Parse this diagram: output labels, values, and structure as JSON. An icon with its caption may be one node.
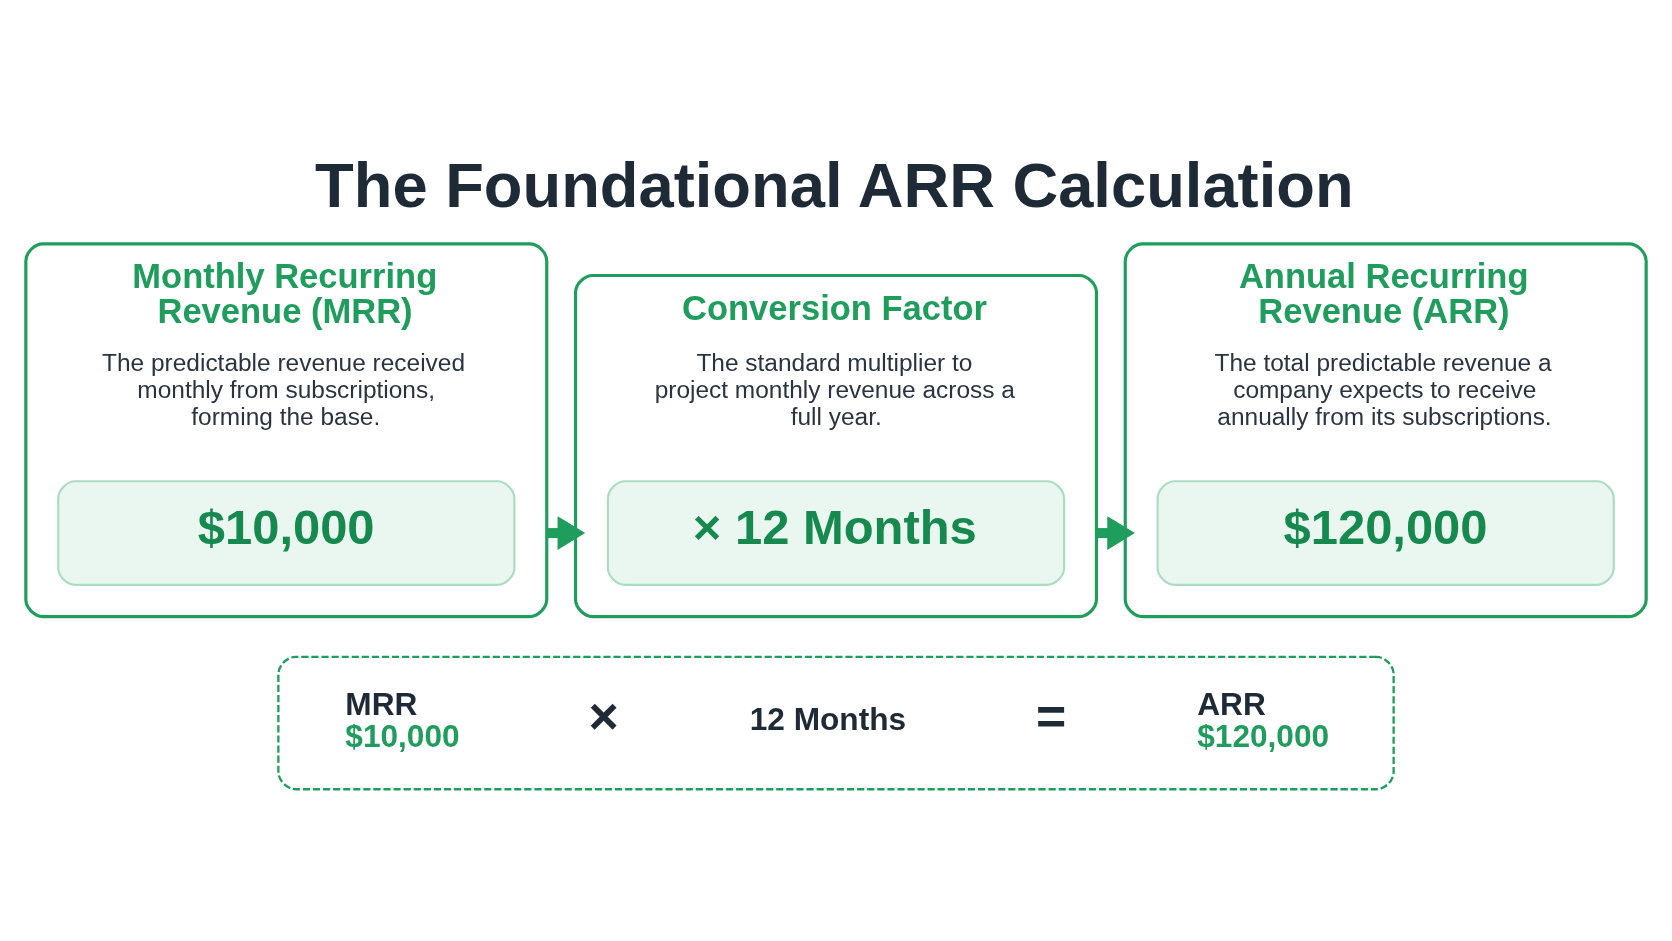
{
  "diagram": {
    "title": "The Foundational ARR Calculation",
    "nodes": [
      {
        "text": [
          "Monthly Recurring Revenue (MRR)",
          "The predictable revenue received monthly from subscriptions, forming the base."
        ]
      },
      {
        "text": [
          "$10,000"
        ],
        "in": 0
      },
      {
        "text": [
          "Conversion Factor",
          "The standard multiplier to project monthly revenue across a full year."
        ]
      },
      {
        "text": [
          "× 12 Months"
        ],
        "in": 2
      },
      {
        "text": [
          "Annual Recurring Revenue (ARR)",
          "The total predictable revenue a company expects to receive annually from its subscriptions."
        ]
      },
      {
        "text": [
          "$120,000"
        ],
        "in": 4
      },
      {
        "text": [
          "MRR",
          "$10,000",
          "×",
          "12 Months",
          "=",
          "ARR",
          "$120,000"
        ]
      }
    ],
    "edges": [
      {
        "from": 0,
        "to": 2,
        "arrow": "to"
      },
      {
        "from": 2,
        "to": 4,
        "arrow": "to"
      }
    ]
  }
}
